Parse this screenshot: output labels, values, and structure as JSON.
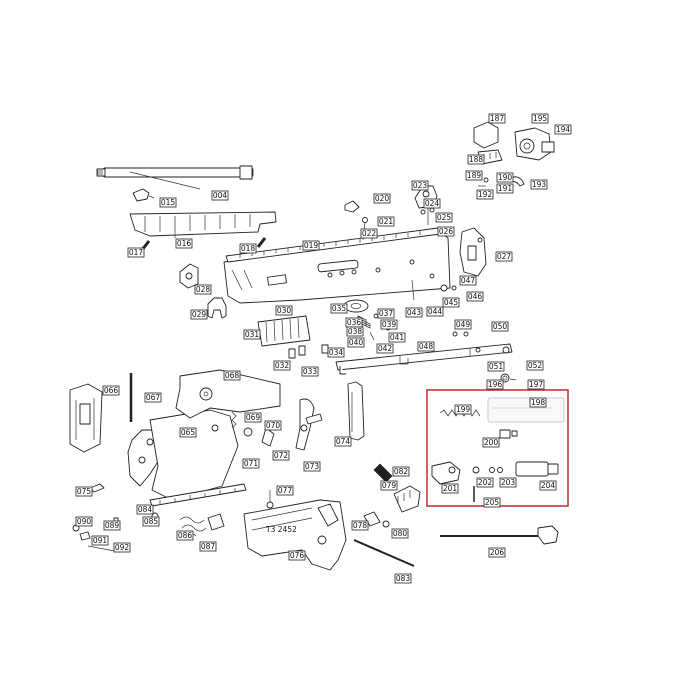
{
  "diagram": {
    "highlight_color": "#c0282e",
    "labels": {
      "l004": "004",
      "l015": "015",
      "l016": "016",
      "l017": "017",
      "l018": "018",
      "l019": "019",
      "l020": "020",
      "l021": "021",
      "l022": "022",
      "l023": "023",
      "l024": "024",
      "l025": "025",
      "l026": "026",
      "l027": "027",
      "l028": "028",
      "l029": "029",
      "l030": "030",
      "l031": "031",
      "l032": "032",
      "l033": "033",
      "l034": "034",
      "l035": "035",
      "l036": "036",
      "l037": "037",
      "l038": "038",
      "l039": "039",
      "l040": "040",
      "l041": "041",
      "l042": "042",
      "l043": "043",
      "l044": "044",
      "l045": "045",
      "l046": "046",
      "l047": "047",
      "l048": "048",
      "l049": "049",
      "l050": "050",
      "l051": "051",
      "l052": "052",
      "l065": "065",
      "l066": "066",
      "l067": "067",
      "l068": "068",
      "l069": "069",
      "l070": "070",
      "l071": "071",
      "l072": "072",
      "l073": "073",
      "l074": "074",
      "l075": "075",
      "l076": "076",
      "l077": "077",
      "l078": "078",
      "l079": "079",
      "l080": "080",
      "l082": "082",
      "l083": "083",
      "l084": "084",
      "l085": "085",
      "l086": "086",
      "l087": "087",
      "l089": "089",
      "l090": "090",
      "l091": "091",
      "l092": "092",
      "l187": "187",
      "l188": "188",
      "l189": "189",
      "l190": "190",
      "l191": "191",
      "l192": "192",
      "l193": "193",
      "l194": "194",
      "l195": "195",
      "l196": "196",
      "l197": "197",
      "l198": "198",
      "l199": "199",
      "l200": "200",
      "l201": "201",
      "l202": "202",
      "l203": "203",
      "l204": "204",
      "l205": "205",
      "l206": "206"
    },
    "stock_marking": "T3 2452"
  }
}
